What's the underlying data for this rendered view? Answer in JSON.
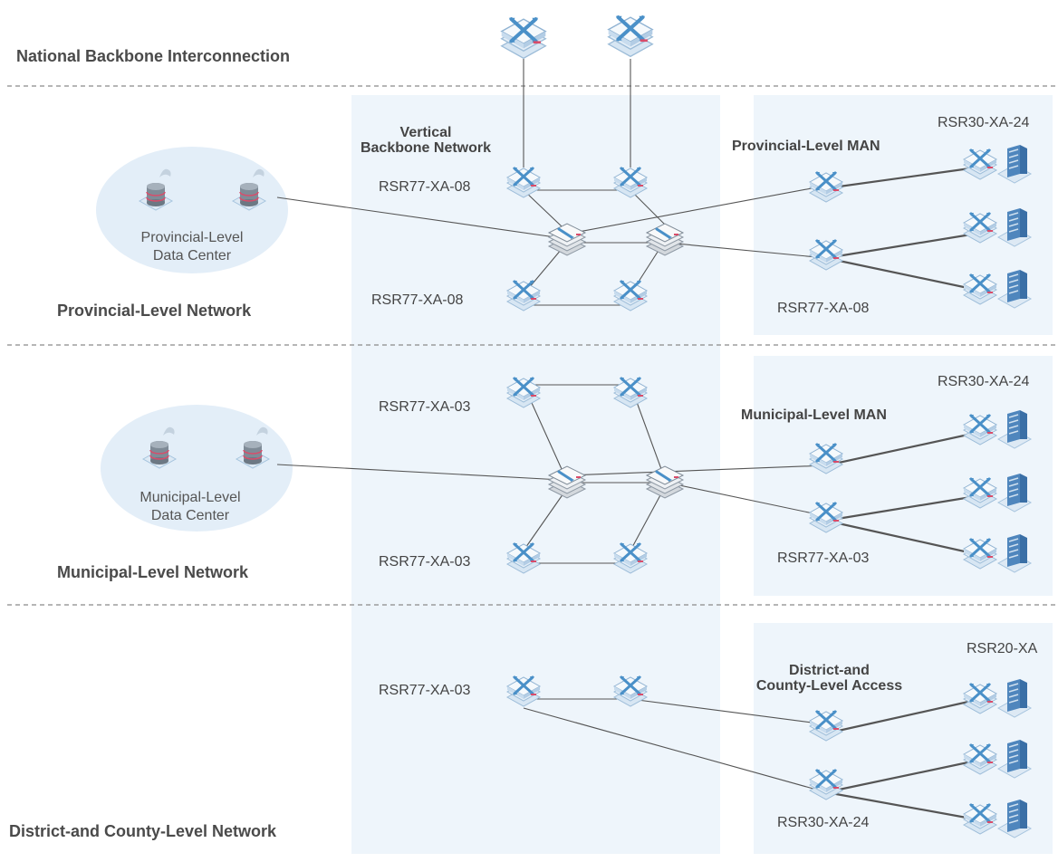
{
  "sections": {
    "national": "National Backbone Interconnection",
    "provincial": "Provincial-Level Network",
    "municipal": "Municipal-Level Network",
    "district": "District-and County-Level Network"
  },
  "groups": {
    "vertical_backbone": [
      "Vertical",
      "Backbone Network"
    ],
    "provincial_man": "Provincial-Level MAN",
    "municipal_man": "Municipal-Level MAN",
    "district_access": [
      "District-and",
      "County-Level Access"
    ]
  },
  "data_centers": {
    "provincial": [
      "Provincial-Level",
      "Data Center"
    ],
    "municipal": [
      "Municipal-Level",
      "Data Center"
    ]
  },
  "models": {
    "prov_core_top": "RSR77-XA-08",
    "prov_core_bottom": "RSR77-XA-08",
    "prov_man_top": "RSR30-XA-24",
    "prov_man_bottom": "RSR77-XA-08",
    "mun_core_top": "RSR77-XA-03",
    "mun_core_bottom": "RSR77-XA-03",
    "mun_man_top": "RSR30-XA-24",
    "mun_man_bottom": "RSR77-XA-03",
    "dist_core": "RSR77-XA-03",
    "dist_access_top": "RSR20-XA",
    "dist_access_bottom": "RSR30-XA-24"
  },
  "colors": {
    "panel": "#eef5fb",
    "cloud": "#e3eef8",
    "device_face": "#f5f9fc",
    "device_accent": "#4a90c8",
    "link": "#555555",
    "dashed": "#8a8a8a"
  }
}
